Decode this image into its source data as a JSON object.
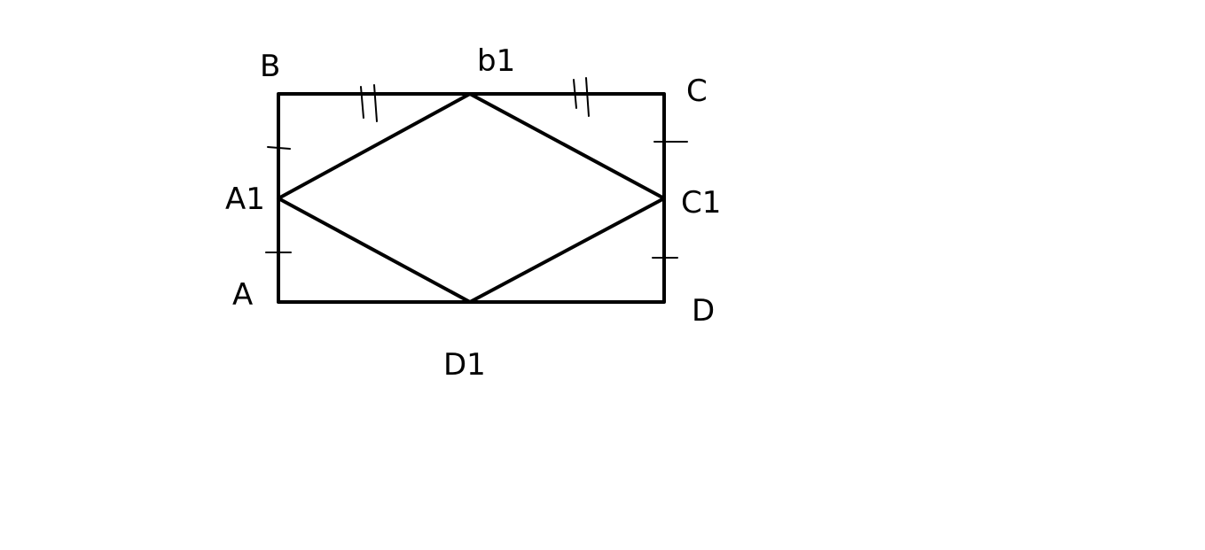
{
  "diagram": {
    "stroke_color": "#000000",
    "background_color": "#ffffff",
    "vertices": {
      "B": "B",
      "B1": "b1",
      "C": "C",
      "A1": "A1",
      "C1": "C1",
      "A": "A",
      "D": "D",
      "D1": "D1"
    }
  }
}
